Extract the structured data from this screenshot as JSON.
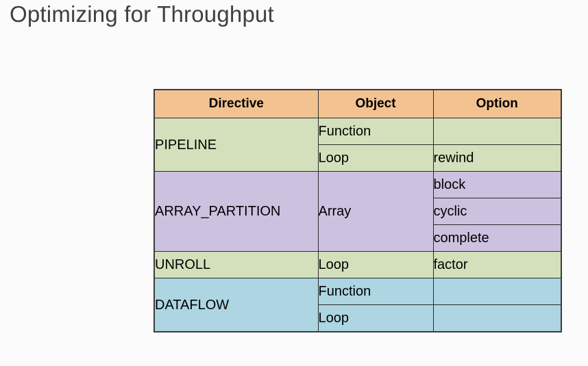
{
  "slide": {
    "title": "Optimizing for Throughput",
    "background_color": "#FBFBFB",
    "title_color": "#404040"
  },
  "table": {
    "header_color": "#F2C391",
    "border_color": "#2a2a2a",
    "headers": {
      "directive": "Directive",
      "object": "Object",
      "option": "Option"
    },
    "groups": [
      {
        "directive": "PIPELINE",
        "color": "#D4E0BB",
        "rows": [
          {
            "object": "Function",
            "option": ""
          },
          {
            "object": "Loop",
            "option": "rewind"
          }
        ]
      },
      {
        "directive": "ARRAY_PARTITION",
        "color": "#CDC1E0",
        "object_spans_all": "Array",
        "rows": [
          {
            "object": "Array",
            "option": "block"
          },
          {
            "object": "",
            "option": "cyclic"
          },
          {
            "object": "",
            "option": "complete"
          }
        ]
      },
      {
        "directive": "UNROLL",
        "color": "#D4E0BB",
        "rows": [
          {
            "object": "Loop",
            "option": "factor"
          }
        ]
      },
      {
        "directive": "DATAFLOW",
        "color": "#ADD5E2",
        "rows": [
          {
            "object": "Function",
            "option": ""
          },
          {
            "object": "Loop",
            "option": ""
          }
        ]
      }
    ]
  }
}
